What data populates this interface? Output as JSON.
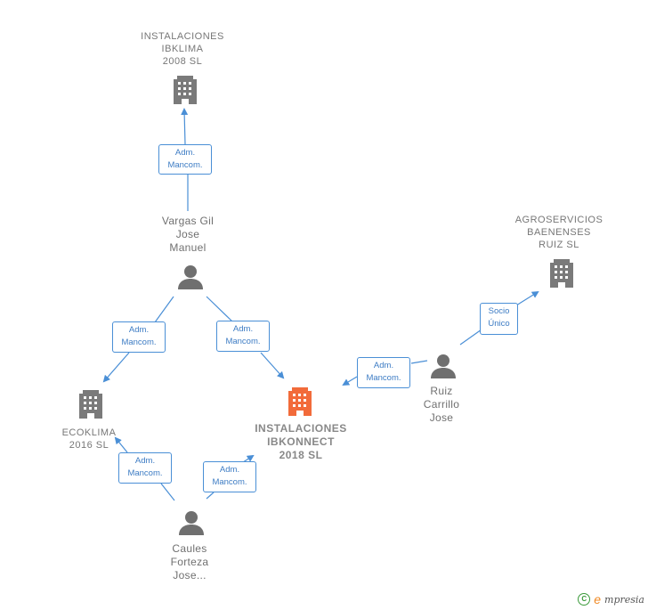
{
  "nodes": {
    "instalaciones_ibklima": {
      "label": "INSTALACIONES\nIBKLIMA\n2008  SL",
      "kind": "company"
    },
    "agroservicios": {
      "label": "AGROSERVICIOS\nBAENENSES\nRUIZ  SL",
      "kind": "company"
    },
    "ecoklima": {
      "label": "ECOKLIMA\n2016  SL",
      "kind": "company"
    },
    "instalaciones_ibkonnect": {
      "label": "INSTALACIONES\nIBKONNECT\n2018  SL",
      "kind": "company-main"
    },
    "vargas": {
      "label": "Vargas Gil\nJose\nManuel",
      "kind": "person"
    },
    "ruiz": {
      "label": "Ruiz\nCarrillo\nJose",
      "kind": "person"
    },
    "caules": {
      "label": "Caules\nForteza\nJose...",
      "kind": "person"
    }
  },
  "relations": {
    "vargas_ibklima": "Adm.\nMancom.",
    "vargas_ecoklima": "Adm.\nMancom.",
    "vargas_ibkonnect": "Adm.\nMancom.",
    "ruiz_agro": "Socio\nÚnico",
    "ruiz_ibkonnect": "Adm.\nMancom.",
    "caules_ecoklima": "Adm.\nMancom.",
    "caules_ibkonnect": "Adm.\nMancom."
  },
  "footer": {
    "copyright": "C",
    "brand_initial": "e",
    "brand_rest": "mpresia"
  },
  "colors": {
    "edge": "#4a8fd6",
    "company_icon": "#7a7a7a",
    "main_icon": "#f26b3a",
    "person_icon": "#6f6f6f"
  }
}
